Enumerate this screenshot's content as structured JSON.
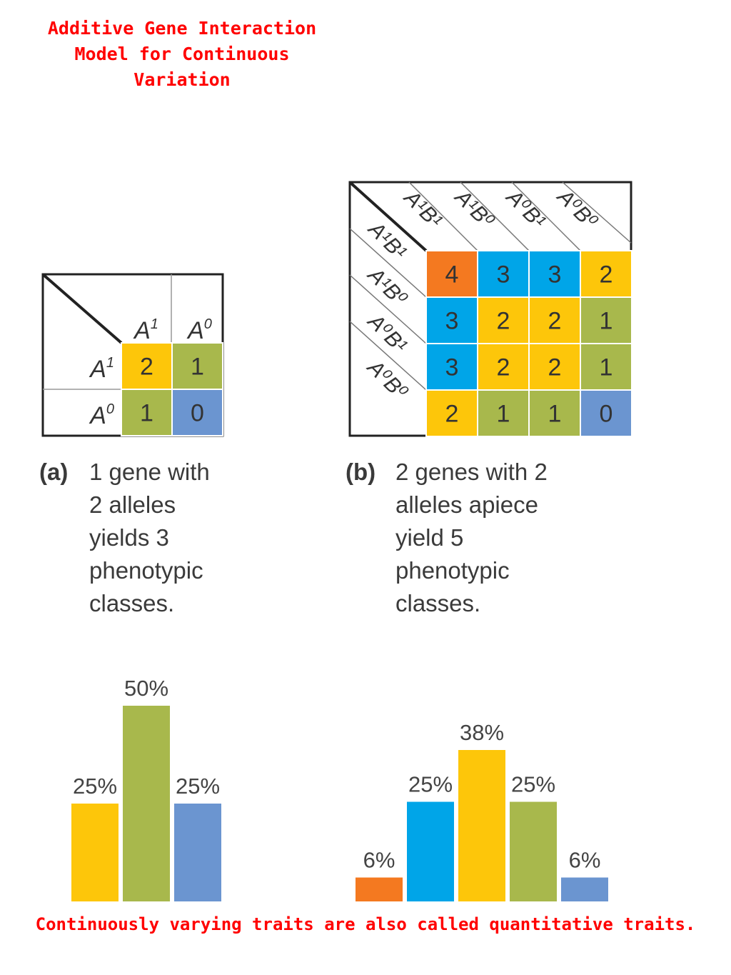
{
  "title_lines": [
    "Additive Gene Interaction",
    "Model for Continuous",
    "Variation"
  ],
  "colors": {
    "orange": "#f47920",
    "blue": "#00a5e8",
    "yellow": "#fdc60a",
    "green": "#a8b84c",
    "slate": "#6b95d0"
  },
  "panel_a": {
    "col_headers": [
      "A",
      "A"
    ],
    "col_superscripts": [
      "1",
      "0"
    ],
    "row_headers": [
      "A",
      "A"
    ],
    "row_superscripts": [
      "1",
      "0"
    ],
    "cells": [
      [
        "2",
        "1"
      ],
      [
        "1",
        "0"
      ]
    ],
    "cell_colors": [
      [
        "yellow",
        "green"
      ],
      [
        "green",
        "slate"
      ]
    ]
  },
  "panel_b": {
    "col_headers": [
      "A¹B¹",
      "A¹B⁰",
      "A⁰B¹",
      "A⁰B⁰"
    ],
    "row_headers": [
      "A¹B¹",
      "A¹B⁰",
      "A⁰B¹",
      "A⁰B⁰"
    ],
    "cells": [
      [
        "4",
        "3",
        "3",
        "2"
      ],
      [
        "3",
        "2",
        "2",
        "1"
      ],
      [
        "3",
        "2",
        "2",
        "1"
      ],
      [
        "2",
        "1",
        "1",
        "0"
      ]
    ],
    "cell_colors": [
      [
        "orange",
        "blue",
        "blue",
        "yellow"
      ],
      [
        "blue",
        "yellow",
        "yellow",
        "green"
      ],
      [
        "blue",
        "yellow",
        "yellow",
        "green"
      ],
      [
        "yellow",
        "green",
        "green",
        "slate"
      ]
    ]
  },
  "caption_a": {
    "tag": "(a)",
    "lines": [
      "1 gene with",
      "2 alleles",
      "yields 3",
      "phenotypic",
      "classes."
    ]
  },
  "caption_b": {
    "tag": "(b)",
    "lines": [
      "2 genes with 2",
      "alleles apiece",
      "yield 5",
      "phenotypic",
      "classes."
    ]
  },
  "chart_data": [
    {
      "type": "bar",
      "values": [
        25,
        50,
        25
      ],
      "labels": [
        "25%",
        "50%",
        "25%"
      ],
      "colors": [
        "yellow",
        "green",
        "slate"
      ],
      "ylim": [
        0,
        50
      ]
    },
    {
      "type": "bar",
      "values": [
        6,
        25,
        38,
        25,
        6
      ],
      "labels": [
        "6%",
        "25%",
        "38%",
        "25%",
        "6%"
      ],
      "colors": [
        "orange",
        "blue",
        "yellow",
        "green",
        "slate"
      ],
      "ylim": [
        0,
        38
      ]
    }
  ],
  "footer": "Continuously varying traits are also called quantitative traits."
}
